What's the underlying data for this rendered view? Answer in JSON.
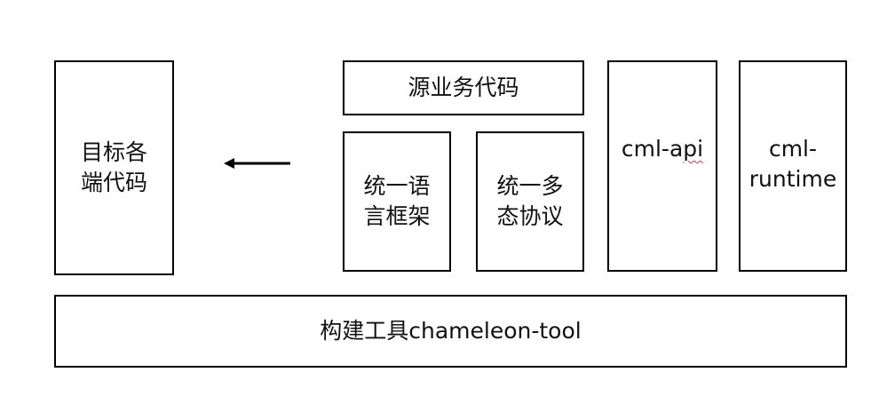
{
  "boxes": {
    "target": {
      "line1": "目标各",
      "line2": "端代码"
    },
    "source": {
      "label": "源业务代码"
    },
    "framework": {
      "line1": "统一语",
      "line2": "言框架"
    },
    "protocol": {
      "line1": "统一多",
      "line2": "态协议"
    },
    "api": {
      "label_plain": "cml-a",
      "label_marked": "pi"
    },
    "runtime": {
      "line1": "cml-",
      "line2": "runtime"
    },
    "tool": {
      "label": "构建工具chameleon-tool"
    }
  },
  "colors": {
    "stroke": "#000000",
    "spellcheck_underline": "#d23a3a"
  }
}
